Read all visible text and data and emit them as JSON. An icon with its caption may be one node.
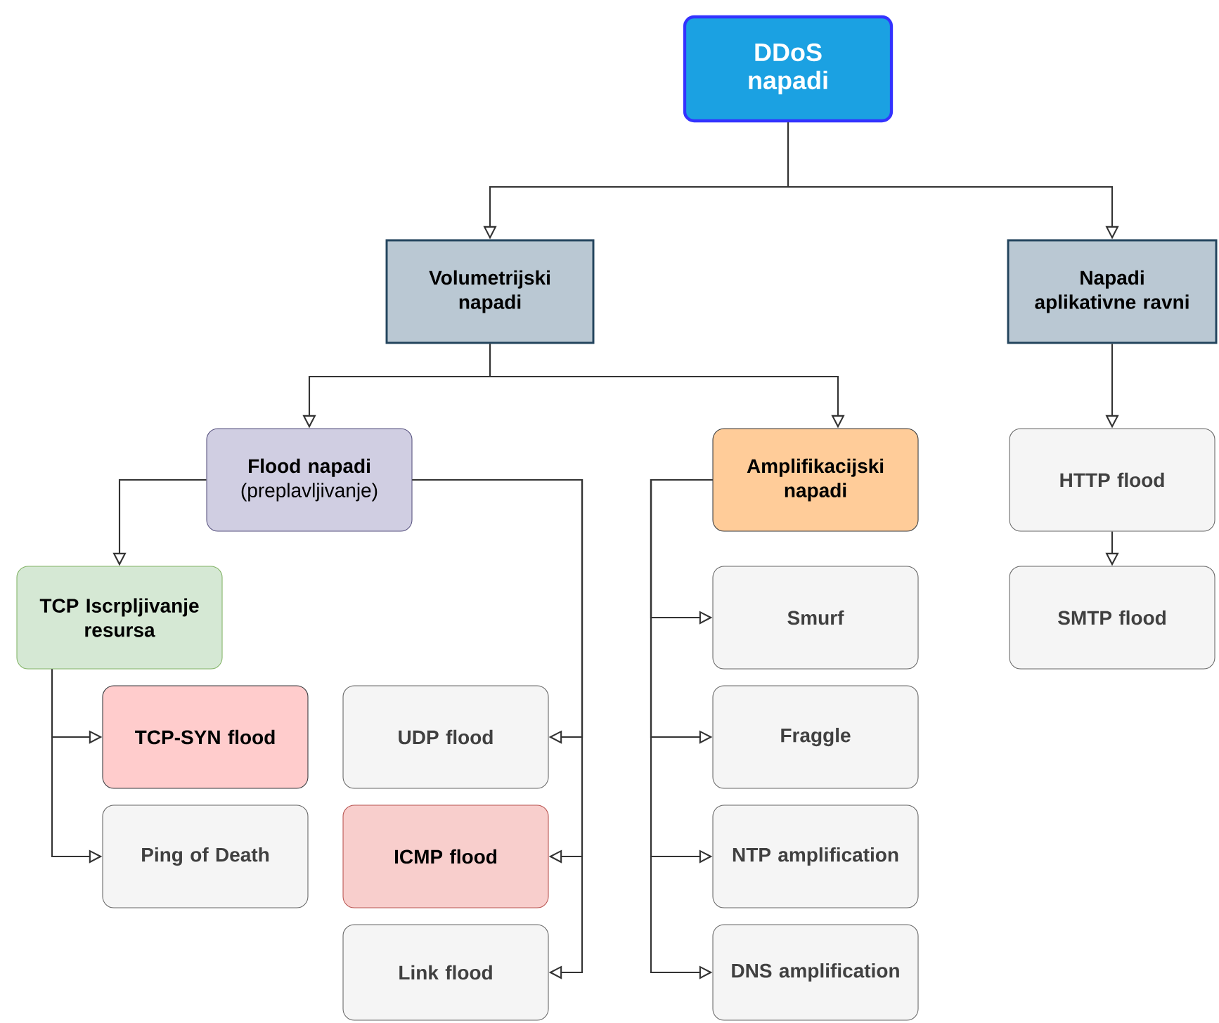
{
  "diagram": {
    "nodes": [
      {
        "text": [
          "DDoS napadi"
        ]
      },
      {
        "text": [
          "Volumetrijski napadi"
        ]
      },
      {
        "text": [
          "Napadi aplikativne ravni"
        ]
      },
      {
        "text": [
          "Flood napadi",
          "(preplavljivanje)"
        ]
      },
      {
        "text": [
          "Amplifikacijski napadi"
        ]
      },
      {
        "text": [
          "HTTP flood"
        ]
      },
      {
        "text": [
          "TCP Iscrpljivanje resursa"
        ]
      },
      {
        "text": [
          "Smurf"
        ]
      },
      {
        "text": [
          "SMTP flood"
        ]
      },
      {
        "text": [
          "TCP-SYN flood"
        ]
      },
      {
        "text": [
          "UDP flood"
        ]
      },
      {
        "text": [
          "Fraggle"
        ]
      },
      {
        "text": [
          "Ping of Death"
        ]
      },
      {
        "text": [
          "ICMP flood"
        ]
      },
      {
        "text": [
          "NTP amplification"
        ]
      },
      {
        "text": [
          "Link flood"
        ]
      },
      {
        "text": [
          "DNS amplification"
        ]
      }
    ],
    "edges": [
      {
        "from": 0,
        "to": 1,
        "arrow": "to"
      },
      {
        "from": 0,
        "to": 2,
        "arrow": "to"
      },
      {
        "from": 1,
        "to": 3,
        "arrow": "to"
      },
      {
        "from": 1,
        "to": 4,
        "arrow": "to"
      },
      {
        "from": 2,
        "to": 5,
        "arrow": "to"
      },
      {
        "from": 5,
        "to": 8,
        "arrow": "to"
      },
      {
        "from": 3,
        "to": 6,
        "arrow": "to"
      },
      {
        "from": 3,
        "to": 10,
        "arrow": "to"
      },
      {
        "from": 3,
        "to": 13,
        "arrow": "to"
      },
      {
        "from": 3,
        "to": 15,
        "arrow": "to"
      },
      {
        "from": 4,
        "to": 7,
        "arrow": "to"
      },
      {
        "from": 4,
        "to": 11,
        "arrow": "to"
      },
      {
        "from": 4,
        "to": 14,
        "arrow": "to"
      },
      {
        "from": 4,
        "to": 16,
        "arrow": "to"
      },
      {
        "from": 6,
        "to": 9,
        "arrow": "to"
      },
      {
        "from": 6,
        "to": 12,
        "arrow": "to"
      }
    ]
  }
}
